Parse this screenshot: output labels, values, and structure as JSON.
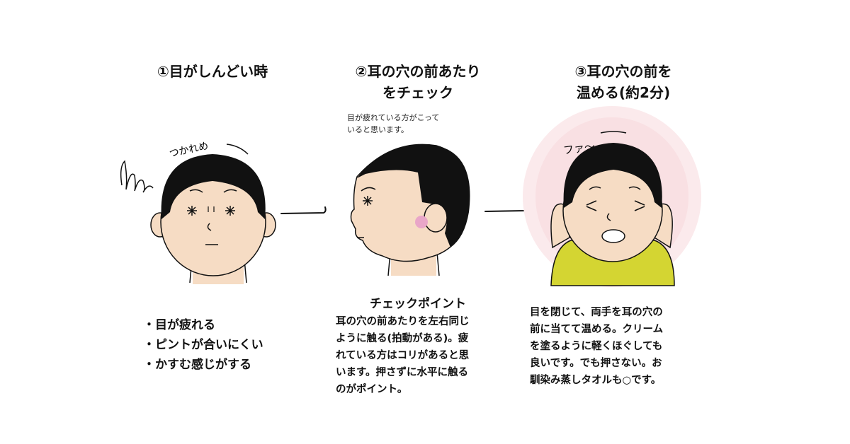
{
  "panels": [
    {
      "title": "①目がしんどい時",
      "sfx_tired": "つかれめ",
      "bullets": [
        "・目が疲れる",
        "・ピントが合いにくい",
        "・かすむ感じがする"
      ]
    },
    {
      "title_line1": "②耳の穴の前あたり",
      "title_line2": "をチェック",
      "note_line1": "目が疲れている方がこって",
      "note_line2": "いると思います。",
      "checkpoint_heading": "チェックポイント",
      "body_lines": [
        "耳の穴の前あたりを左右同じ",
        "ように触る(拍動がある)。疲",
        "れている方はコリがあると思",
        "います。押さずに水平に触る",
        "のがポイント。"
      ]
    },
    {
      "title_line1": "③耳の穴の前を",
      "title_line2": "温める(約2分)",
      "sfx_relief": "ファ〜",
      "body_lines": [
        "目を閉じて、両手を耳の穴の",
        "前に当てて温める。クリーム",
        "を塗るように軽くほぐしても",
        "良いです。でも押さない。お",
        "馴染み蒸しタオルも○です。"
      ]
    }
  ],
  "colors": {
    "skin": "#f6dcc4",
    "hair": "#111111",
    "shirt": "#d4d532",
    "pulse": "#e9a6c8",
    "glow": "#f7d6da"
  }
}
